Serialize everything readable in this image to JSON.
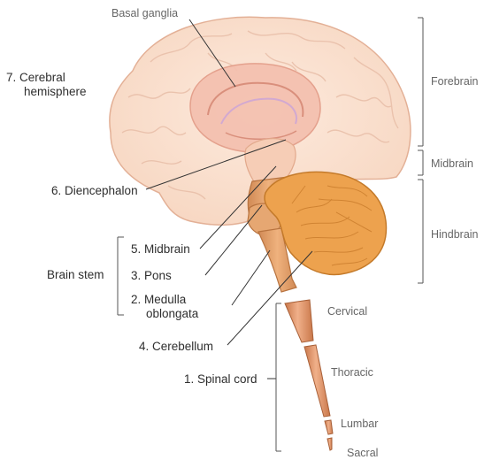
{
  "labels": {
    "basal_ganglia": "Basal ganglia",
    "cerebral_hemisphere_line1": "7. Cerebral",
    "cerebral_hemisphere_line2": "hemisphere",
    "diencephalon": "6. Diencephalon",
    "midbrain": "5. Midbrain",
    "pons": "3. Pons",
    "medulla_line1": "2. Medulla",
    "medulla_line2": "oblongata",
    "cerebellum": "4. Cerebellum",
    "spinal_cord": "1. Spinal cord",
    "brain_stem": "Brain stem"
  },
  "regions": {
    "forebrain": "Forebrain",
    "midbrain": "Midbrain",
    "hindbrain": "Hindbrain"
  },
  "spinal_segments": {
    "cervical": "Cervical",
    "thoracic": "Thoracic",
    "lumbar": "Lumbar",
    "sacral": "Sacral"
  },
  "colors": {
    "cerebrum_fill": "#fbe3d2",
    "cerebrum_stroke": "#e8b79f",
    "basal_ganglia": "#f2b4a2",
    "brainstem": "#e2a06a",
    "cerebellum": "#eda24e",
    "spinal_cord": "#d98a55",
    "leader_line": "#333333",
    "bracket_line": "#555555"
  }
}
